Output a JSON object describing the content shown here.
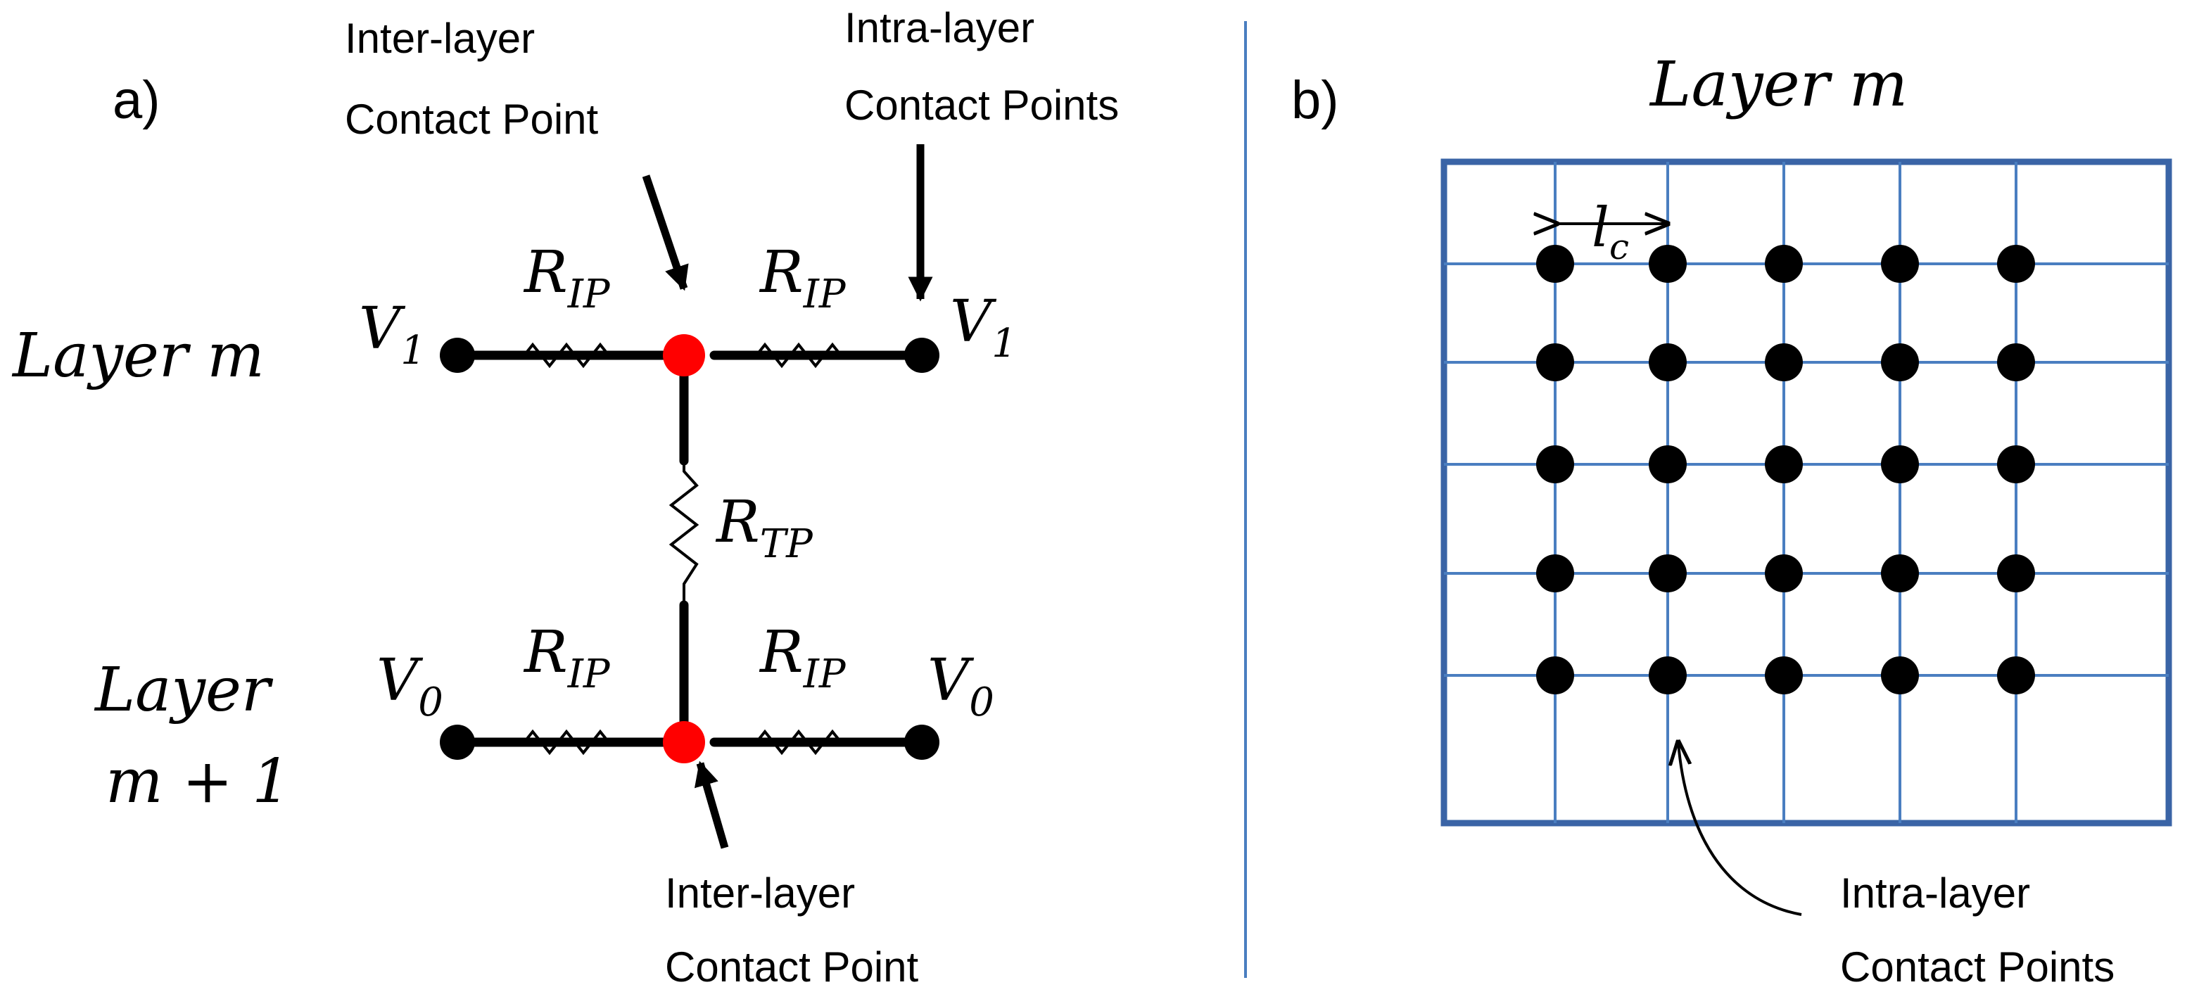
{
  "panel_a": {
    "label": "a)",
    "layer_m_label": "Layer m",
    "layer_m1_label_line1": "Layer",
    "layer_m1_label_line2": "m + 1",
    "top_callout_left_line1": "Inter-layer",
    "top_callout_left_line2": "Contact Point",
    "top_callout_right_line1": "Intra-layer",
    "top_callout_right_line2": "Contact Points",
    "bottom_callout_line1": "Inter-layer",
    "bottom_callout_line2": "Contact Point",
    "voltage_top": {
      "base": "V",
      "sub": "1"
    },
    "voltage_bottom": {
      "base": "V",
      "sub": "0"
    },
    "resistor_in_plane": {
      "base": "R",
      "sub": "IP"
    },
    "resistor_through_plane": {
      "base": "R",
      "sub": "TP"
    },
    "inter_layer_point_color": "#ff0000",
    "intra_layer_point_color": "#000000"
  },
  "panel_b": {
    "label": "b)",
    "title": "Layer m",
    "spacing_label": {
      "base": "l",
      "sub": "c"
    },
    "callout_line1": "Intra-layer",
    "callout_line2": "Contact Points",
    "contact_point_rows": 5,
    "contact_point_cols": 5,
    "grid_color": "#4a7ec0",
    "border_color": "#3a64a6"
  },
  "divider_color": "#4a7ec0"
}
